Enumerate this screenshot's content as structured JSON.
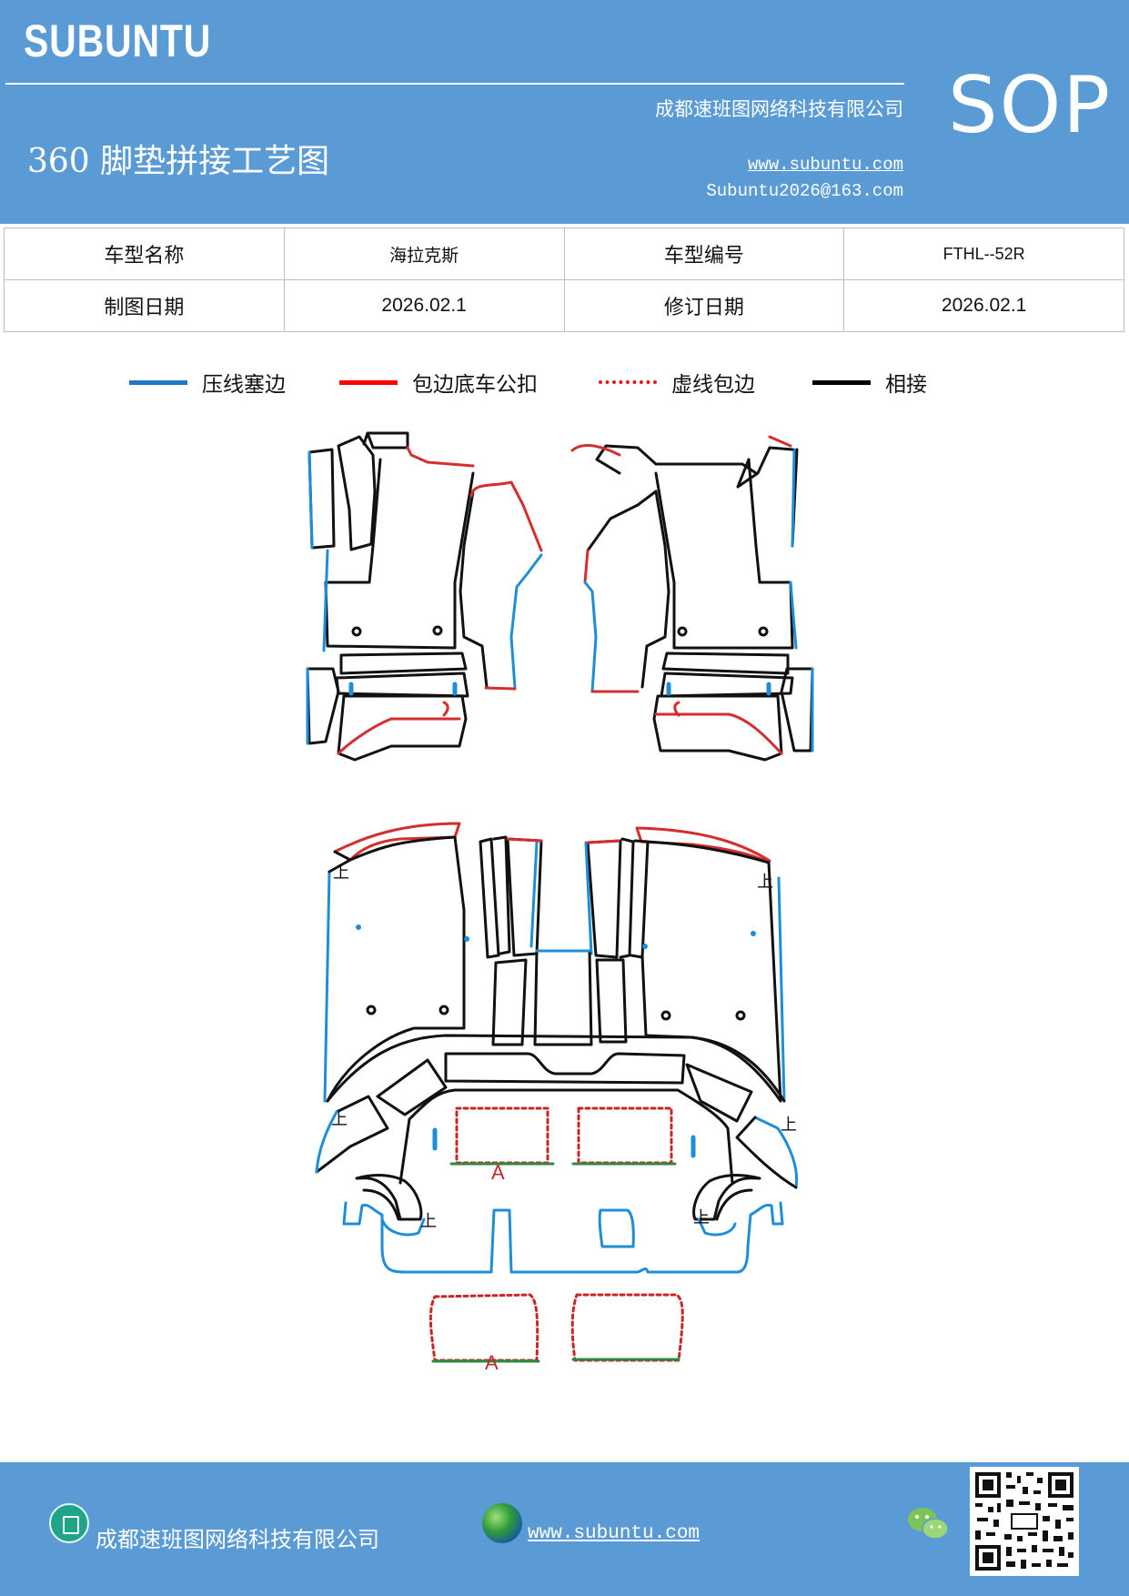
{
  "header": {
    "brand": "SUBUNTU",
    "sop": "SOP",
    "title": "360 脚垫拼接工艺图",
    "company": "成都速班图网络科技有限公司",
    "website": "www.subuntu.com",
    "email": "Subuntu2026@163.com"
  },
  "info_table": {
    "model_name_label": "车型名称",
    "model_name_value": "海拉克斯",
    "model_code_label": "车型编号",
    "model_code_value": "FTHL--52R",
    "draw_date_label": "制图日期",
    "draw_date_value": "2026.02.1",
    "revise_date_label": "修订日期",
    "revise_date_value": "2026.02.1"
  },
  "legend": {
    "items": [
      {
        "label": "压线塞边",
        "color": "#1f78c8",
        "style": "solid"
      },
      {
        "label": "包边底车公扣",
        "color": "#ff0000",
        "style": "solid"
      },
      {
        "label": "虚线包边",
        "color": "#e02020",
        "style": "dotted"
      },
      {
        "label": "相接",
        "color": "#000000",
        "style": "solid"
      }
    ]
  },
  "diagram": {
    "labels": {
      "mark_a": "A",
      "mark_top": "上"
    },
    "colors": {
      "blue": "#1f8ed8",
      "red": "#d32f2f",
      "black": "#111111",
      "green": "#2e8b3e",
      "dash_red": "#c62828"
    }
  },
  "footer": {
    "company": "成都速班图网络科技有限公司",
    "website": "www.subuntu.com",
    "icons": [
      "building-icon",
      "globe-icon",
      "wechat-icon",
      "qr-code"
    ]
  }
}
